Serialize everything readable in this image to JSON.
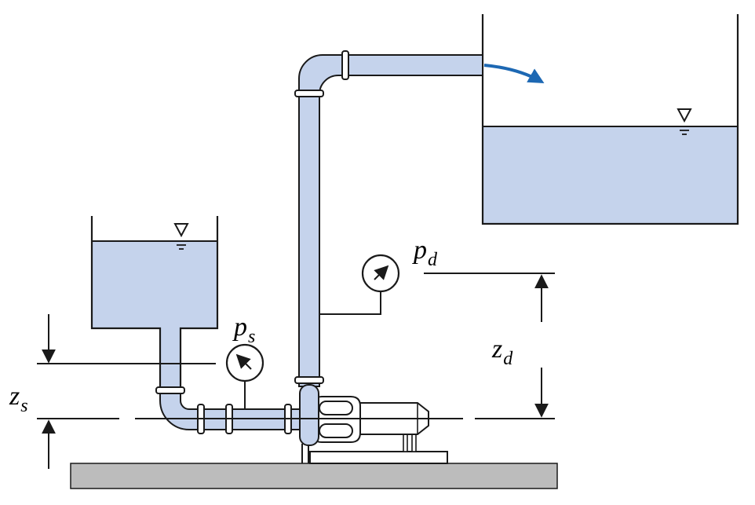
{
  "labels": {
    "suction_pressure": {
      "main": "p",
      "sub": "s"
    },
    "discharge_pressure": {
      "main": "p",
      "sub": "d"
    },
    "suction_height": {
      "main": "z",
      "sub": "s"
    },
    "discharge_height": {
      "main": "z",
      "sub": "d"
    }
  },
  "colors": {
    "water": "#c5d3ec",
    "outline": "#1a1a1a",
    "flow_arrow": "#1d68b3",
    "ground": "#bcbcbc"
  },
  "icons": {
    "water_surface_symbol": "inverted-triangle-with-lines",
    "pressure_gauge": "dial-gauge"
  }
}
